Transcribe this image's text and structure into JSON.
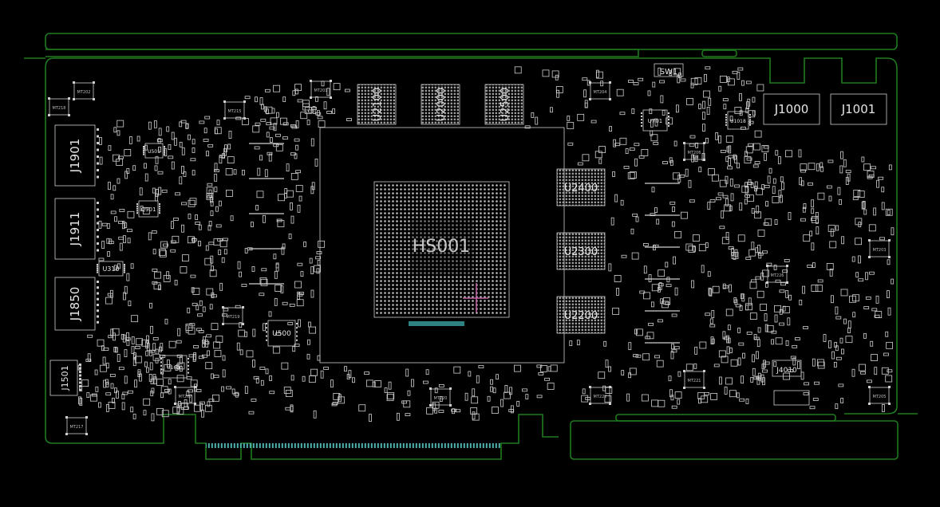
{
  "board": {
    "gpu": "HS001",
    "memory_chips": [
      {
        "id": "mem-u2100",
        "label": "U2100"
      },
      {
        "id": "mem-u2000",
        "label": "U2000"
      },
      {
        "id": "mem-u2500",
        "label": "U2500"
      },
      {
        "id": "mem-u2400",
        "label": "U2400"
      },
      {
        "id": "mem-u2300",
        "label": "U2300"
      },
      {
        "id": "mem-u2200",
        "label": "U2200"
      }
    ],
    "connectors": [
      {
        "id": "j1901",
        "label": "J1901"
      },
      {
        "id": "j1911",
        "label": "J1911"
      },
      {
        "id": "j1850",
        "label": "J1850"
      },
      {
        "id": "j1501",
        "label": "J1501"
      },
      {
        "id": "j1000",
        "label": "J1000"
      },
      {
        "id": "j1001",
        "label": "J1001"
      },
      {
        "id": "j4010",
        "label": "J4010"
      },
      {
        "id": "sw1",
        "label": "SW1"
      }
    ],
    "ics": [
      {
        "id": "u500",
        "label": "U500"
      },
      {
        "id": "u310",
        "label": "U310"
      },
      {
        "id": "q901",
        "label": "Q901"
      },
      {
        "id": "u701",
        "label": "U701"
      },
      {
        "id": "u501",
        "label": "U501"
      },
      {
        "id": "u1600",
        "label": "U1600"
      },
      {
        "id": "u1018",
        "label": "U1018"
      }
    ],
    "mounting_holes": [
      {
        "id": "mt218",
        "label": "MT218"
      },
      {
        "id": "mt202",
        "label": "MT202"
      },
      {
        "id": "mt215",
        "label": "MT215"
      },
      {
        "id": "mt201",
        "label": "MT201"
      },
      {
        "id": "mt204",
        "label": "MT204"
      },
      {
        "id": "mt219",
        "label": "MT219"
      },
      {
        "id": "mt217",
        "label": "MT217"
      },
      {
        "id": "mt207",
        "label": "MT207"
      },
      {
        "id": "mt220",
        "label": "MT220"
      },
      {
        "id": "mt222",
        "label": "MT222"
      },
      {
        "id": "mt206",
        "label": "MT206"
      },
      {
        "id": "mt221",
        "label": "MT221"
      },
      {
        "id": "mt205",
        "label": "MT205"
      },
      {
        "id": "mt203",
        "label": "MT203"
      },
      {
        "id": "mt226",
        "label": "MT226"
      }
    ]
  },
  "colors": {
    "background": "#000000",
    "board_outline": "#1f7a1f",
    "pads": "#cfcfcf",
    "highlight": "#3aa3a3",
    "marker": "#c060a0"
  }
}
